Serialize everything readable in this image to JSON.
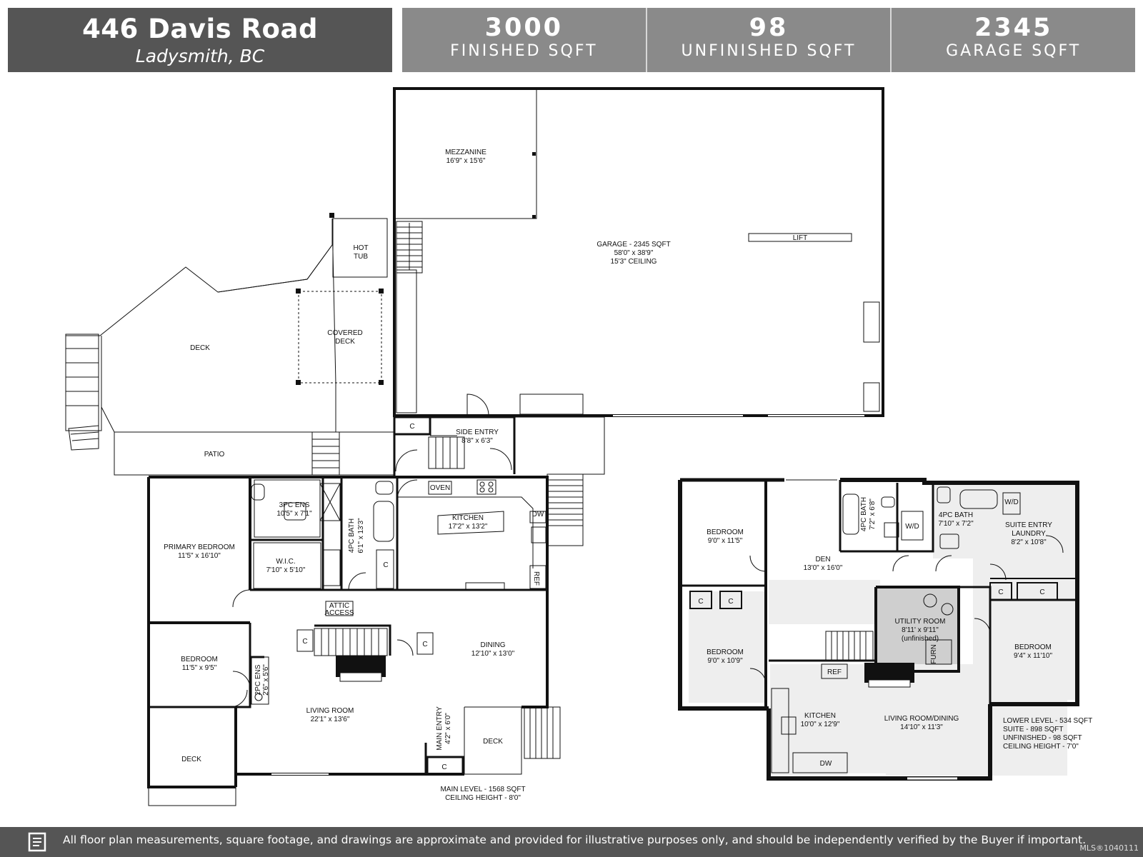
{
  "header": {
    "address": "446 Davis Road",
    "city": "Ladysmith, BC",
    "stats": [
      {
        "value": "3000",
        "label": "FINISHED SQFT"
      },
      {
        "value": "98",
        "label": "UNFINISHED SQFT"
      },
      {
        "value": "2345",
        "label": "GARAGE SQFT"
      }
    ]
  },
  "main_rooms": {
    "mezzanine": {
      "name": "MEZZANINE",
      "dims": "16'9\" x 15'6\""
    },
    "garage": {
      "name": "GARAGE - 2345 SQFT",
      "dims": "58'0\" x 38'9\"",
      "extra": "15'3\" CEILING"
    },
    "lift": "LIFT",
    "hot_tub": {
      "l1": "HOT",
      "l2": "TUB"
    },
    "covered_deck": {
      "l1": "COVERED",
      "l2": "DECK"
    },
    "deck_large": "DECK",
    "patio": "PATIO",
    "closet_c": "C",
    "side_entry": {
      "name": "SIDE ENTRY",
      "dims": "8'8\" x 6'3\""
    },
    "oven": "OVEN",
    "kitchen": {
      "name": "KITCHEN",
      "dims": "17'2\" x 13'2\""
    },
    "dw": "DW",
    "ref": "REF",
    "ens3pc": {
      "name": "3PC ENS",
      "dims": "10'5\" x 7'1\""
    },
    "bath4pc": {
      "name": "4PC BATH",
      "dims": "6'1\" x 13'3\""
    },
    "primary_bedroom": {
      "name": "PRIMARY BEDROOM",
      "dims": "11'5\" x 16'10\""
    },
    "wic": {
      "name": "W.I.C.",
      "dims": "7'10\" x 5'10\""
    },
    "attic": {
      "l1": "ATTIC",
      "l2": "ACCESS"
    },
    "dining": {
      "name": "DINING",
      "dims": "12'10\" x 13'0\""
    },
    "bedroom": {
      "name": "BEDROOM",
      "dims": "11'5\" x 9'5\""
    },
    "ens2pc": {
      "name": "2PC ENS",
      "dims": "2'6\" x 5'6\""
    },
    "living": {
      "name": "LIVING ROOM",
      "dims": "22'1\" x 13'6\""
    },
    "main_entry": {
      "name": "MAIN ENTRY",
      "dims": "4'2\" x 6'0\""
    },
    "deck_small": "DECK",
    "deck_left": "DECK",
    "level_note": {
      "l1": "MAIN LEVEL - 1568 SQFT",
      "l2": "CEILING HEIGHT - 8'0\""
    }
  },
  "lower_rooms": {
    "bedroom1": {
      "name": "BEDROOM",
      "dims": "9'0\" x 11'5\""
    },
    "den": {
      "name": "DEN",
      "dims": "13'0\" x 16'0\""
    },
    "bath4pc_a": {
      "name": "4PC BATH",
      "dims": "7'2\" x 6'8\""
    },
    "wd": "W/D",
    "bath4pc_b": {
      "name": "4PC BATH",
      "dims": "7'10\" x 7'2\""
    },
    "wd2": "W/D",
    "suite_entry": {
      "l1": "SUITE ENTRY",
      "l2": "LAUNDRY",
      "dims": "8'2\" x 10'8\""
    },
    "closet_c": "C",
    "utility": {
      "name": "UTILITY ROOM",
      "dims": "8'11' x 9'11\"",
      "extra": "(unfinished)"
    },
    "furn": "FURN",
    "bedroom2": {
      "name": "BEDROOM",
      "dims": "9'0\" x 10'9\""
    },
    "bedroom3": {
      "name": "BEDROOM",
      "dims": "9'4\" x 11'10\""
    },
    "ref": "REF",
    "kitchen": {
      "name": "KITCHEN",
      "dims": "10'0\" x 12'9\""
    },
    "living": {
      "name": "LIVING ROOM/DINING",
      "dims": "14'10\" x 11'3\""
    },
    "dw": "DW",
    "level_note": {
      "l1": "LOWER LEVEL - 534 SQFT",
      "l2": "SUITE - 898 SQFT",
      "l3": "UNFINISHED - 98 SQFT",
      "l4": "CEILING HEIGHT - 7'0\""
    }
  },
  "footer": {
    "disclaimer": "All floor plan measurements, square footage, and drawings are approximate and provided for illustrative purposes only, and should be independently verified by the Buyer if important.",
    "mls": "MLS®1040111"
  }
}
